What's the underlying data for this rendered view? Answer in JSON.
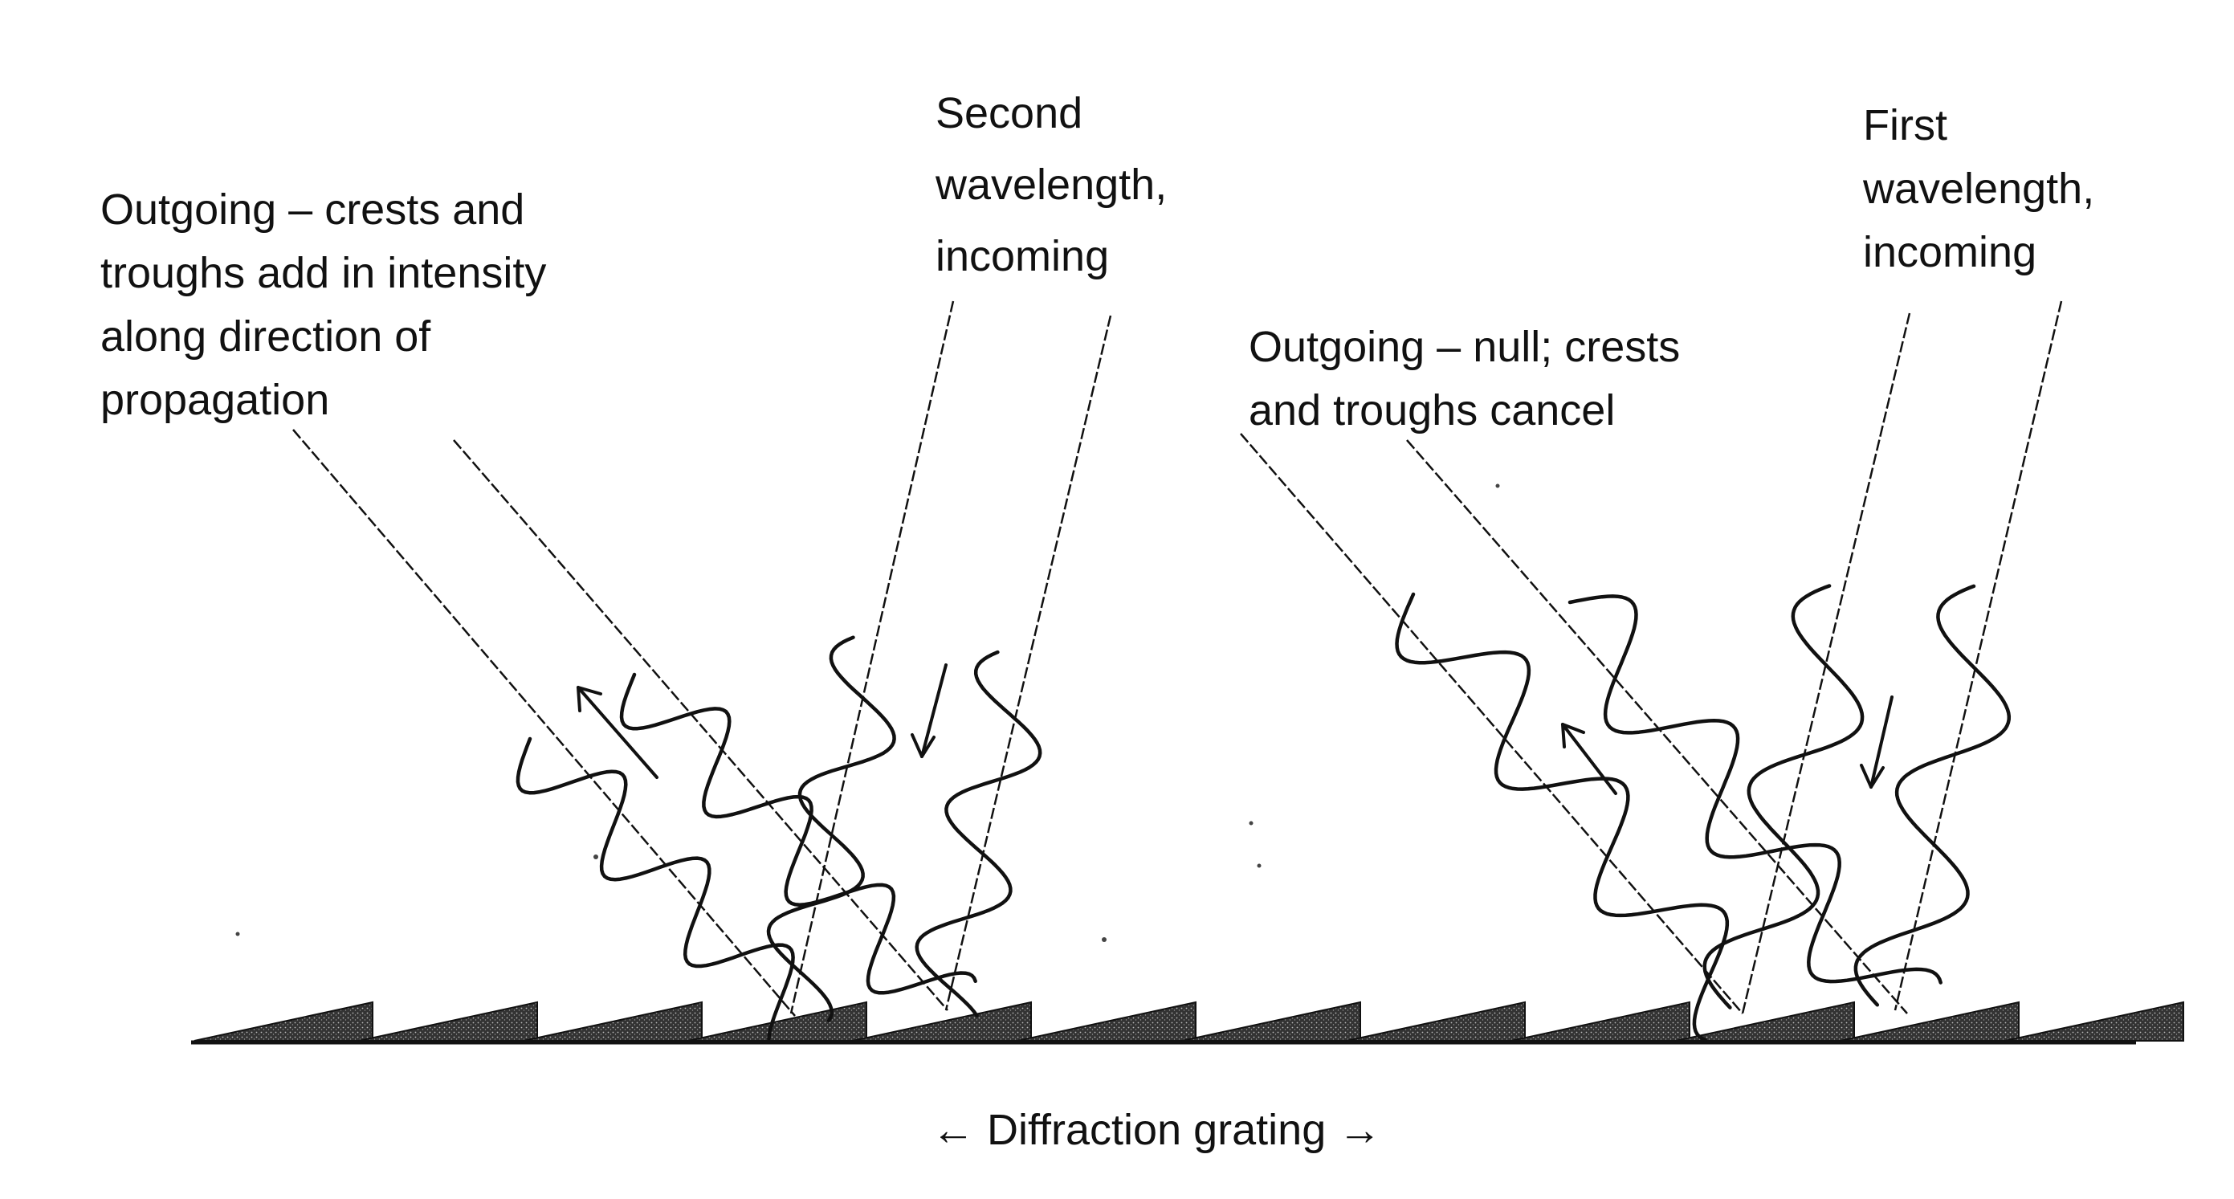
{
  "labels": {
    "outgoing_left": [
      "Outgoing – crests and",
      "troughs add in intensity",
      "along direction of",
      "propagation"
    ],
    "second_wavelength": [
      "Second",
      "wavelength,",
      "incoming"
    ],
    "outgoing_right": [
      "Outgoing – null; crests",
      "and troughs cancel"
    ],
    "first_wavelength": [
      "First",
      "wavelength,",
      "incoming"
    ],
    "grating": "← Diffraction grating →"
  },
  "colors": {
    "ink": "#111111",
    "paper": "#ffffff"
  }
}
